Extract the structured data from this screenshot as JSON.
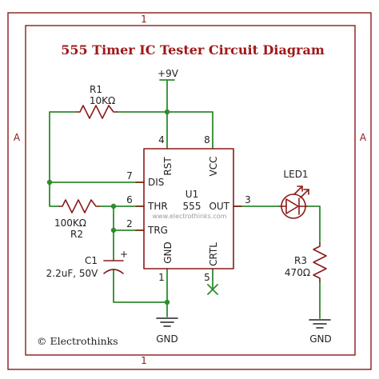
{
  "title": "555 Timer IC Tester Circuit Diagram",
  "frame": {
    "column_label": "1",
    "row_label": "A"
  },
  "supply": {
    "label": "+9V"
  },
  "ic": {
    "ref": "U1",
    "value": "555",
    "watermark": "www.electrothinks.com",
    "pins": {
      "rst": {
        "name": "RST",
        "number": "4"
      },
      "vcc": {
        "name": "VCC",
        "number": "8"
      },
      "dis": {
        "name": "DIS",
        "number": "7"
      },
      "thr": {
        "name": "THR",
        "number": "6"
      },
      "trg": {
        "name": "TRG",
        "number": "2"
      },
      "out": {
        "name": "OUT",
        "number": "3"
      },
      "gnd": {
        "name": "GND",
        "number": "1"
      },
      "crtl": {
        "name": "CRTL",
        "number": "5"
      }
    }
  },
  "components": {
    "r1": {
      "ref": "R1",
      "value": "10KΩ"
    },
    "r2": {
      "ref": "R2",
      "value": "100KΩ"
    },
    "c1": {
      "ref": "C1",
      "value": "2.2uF, 50V",
      "polarity": "+"
    },
    "led1": {
      "ref": "LED1"
    },
    "r3": {
      "ref": "R3",
      "value": "470Ω"
    }
  },
  "grounds": {
    "left_label": "GND",
    "right_label": "GND"
  },
  "copyright": "© Electrothinks",
  "colors": {
    "frame": "#8a1a1a",
    "wire": "#2e8b2e",
    "title": "#a01818",
    "text": "#222222"
  }
}
